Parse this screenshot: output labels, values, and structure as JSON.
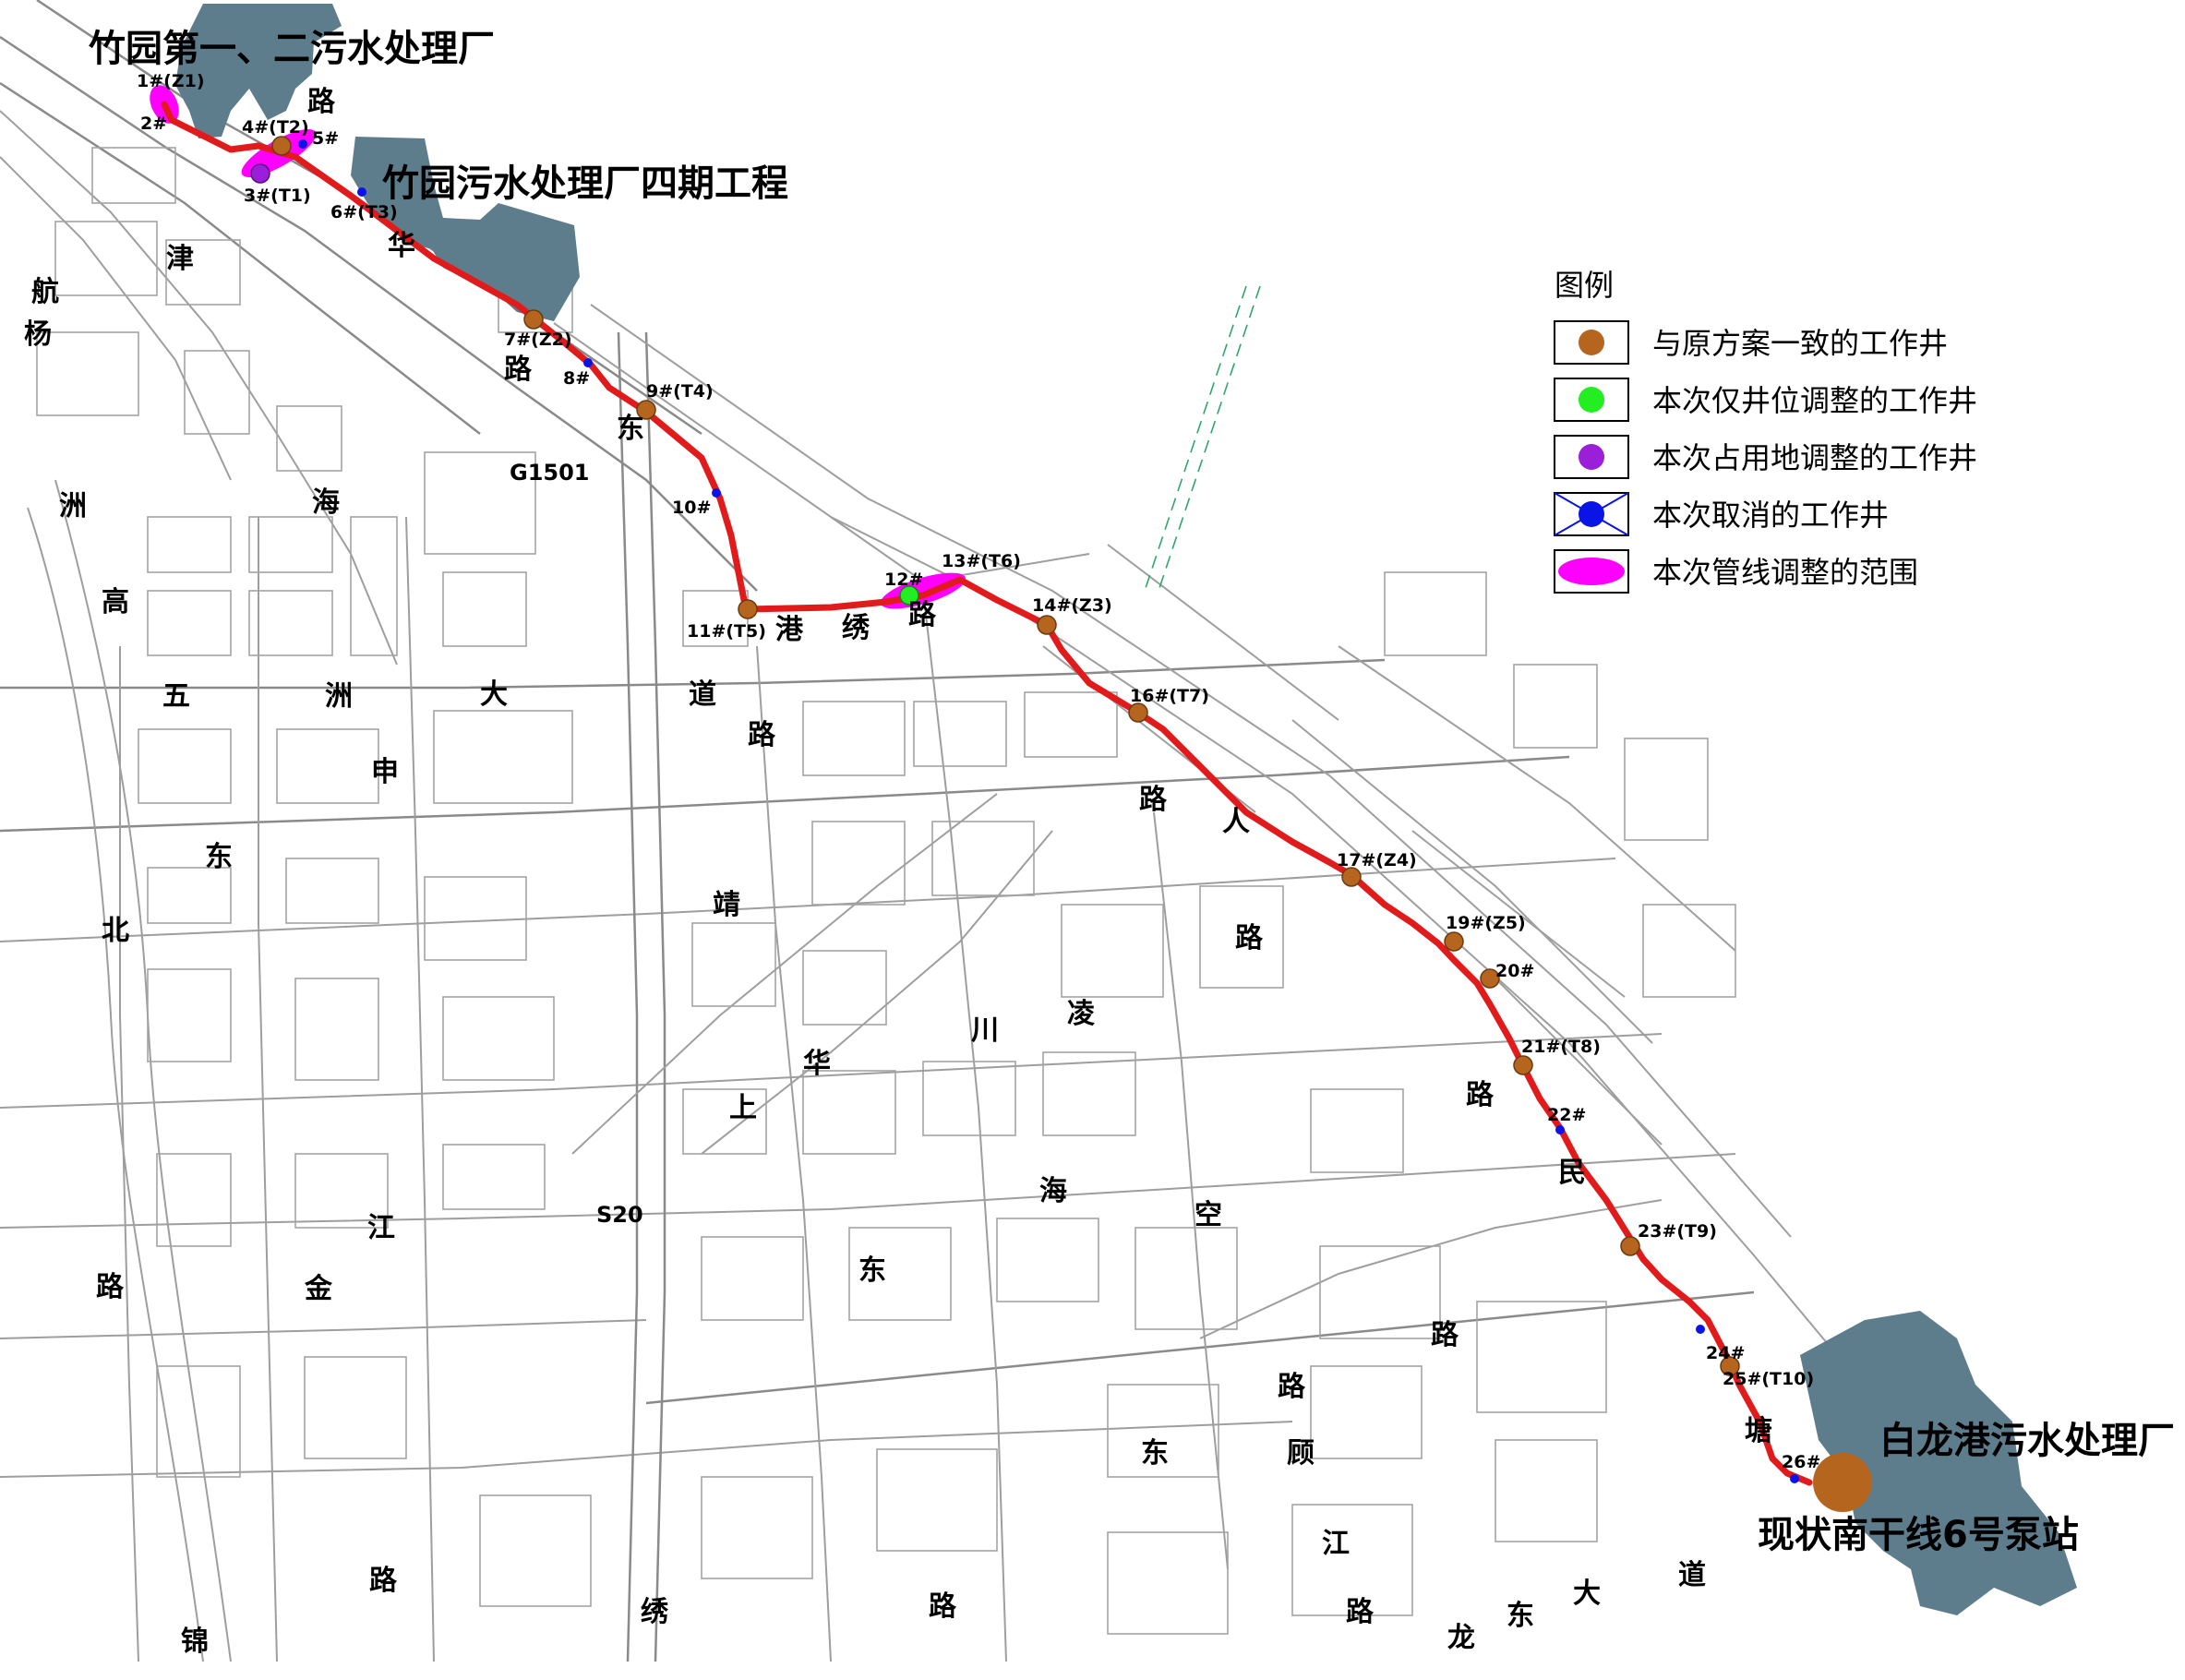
{
  "facilities": {
    "zhuyuan_12": "竹园第一、二污水处理厂",
    "zhuyuan_phase4": "竹园污水处理厂四期工程",
    "bailonggang": "白龙港污水处理厂",
    "pump_station": "现状南干线6号泵站"
  },
  "road_codes": {
    "g1501": "G1501",
    "s20": "S20"
  },
  "road_chars": {
    "c01": "路",
    "c02": "华",
    "c03": "津",
    "c04": "航",
    "c05": "杨",
    "c06": "路",
    "c07": "东",
    "c08": "洲",
    "c09": "海",
    "c10": "高",
    "c11": "五",
    "c12": "洲",
    "c13": "大",
    "c14": "道",
    "c15": "路",
    "c16": "申",
    "c17": "东",
    "c18": "北",
    "c19": "港",
    "c20": "绣",
    "c21": "路",
    "c22": "靖",
    "c23": "路",
    "c24": "人",
    "c25": "路",
    "c26": "川",
    "c27": "凌",
    "c28": "华",
    "c29": "上",
    "c30": "路",
    "c31": "民",
    "c32": "海",
    "c33": "空",
    "c34": "江",
    "c35": "路",
    "c36": "金",
    "c37": "东",
    "c38": "路",
    "c39": "路",
    "c40": "塘",
    "c41": "东",
    "c42": "顾",
    "c43": "江",
    "c44": "路",
    "c45": "锦",
    "c46": "绣",
    "c47": "路",
    "c48": "路",
    "c49": "龙",
    "c50": "东",
    "c51": "大",
    "c52": "道"
  },
  "wells": [
    {
      "label": "1#(Z1)",
      "status": "range"
    },
    {
      "label": "2#",
      "status": "none"
    },
    {
      "label": "3#(T1)",
      "status": "land-adjusted"
    },
    {
      "label": "4#(T2)",
      "status": "unchanged"
    },
    {
      "label": "5#",
      "status": "cancelled"
    },
    {
      "label": "6#(T3)",
      "status": "cancelled"
    },
    {
      "label": "7#(Z2)",
      "status": "unchanged"
    },
    {
      "label": "8#",
      "status": "cancelled"
    },
    {
      "label": "9#(T4)",
      "status": "unchanged"
    },
    {
      "label": "10#",
      "status": "cancelled"
    },
    {
      "label": "11#(T5)",
      "status": "unchanged"
    },
    {
      "label": "12#",
      "status": "position-adjusted"
    },
    {
      "label": "13#(T6)",
      "status": "range"
    },
    {
      "label": "14#(Z3)",
      "status": "unchanged"
    },
    {
      "label": "16#(T7)",
      "status": "unchanged"
    },
    {
      "label": "17#(Z4)",
      "status": "unchanged"
    },
    {
      "label": "19#(Z5)",
      "status": "unchanged"
    },
    {
      "label": "20#",
      "status": "unchanged"
    },
    {
      "label": "21#(T8)",
      "status": "unchanged"
    },
    {
      "label": "22#",
      "status": "cancelled"
    },
    {
      "label": "23#(T9)",
      "status": "unchanged"
    },
    {
      "label": "24#",
      "status": "cancelled"
    },
    {
      "label": "25#(T10)",
      "status": "unchanged"
    },
    {
      "label": "26#",
      "status": "cancelled"
    }
  ],
  "legend": {
    "title": "图例",
    "items": [
      {
        "key": "unchanged",
        "label": "与原方案一致的工作井",
        "color": "#b5651d"
      },
      {
        "key": "position",
        "label": "本次仅井位调整的工作井",
        "color": "#22ee22"
      },
      {
        "key": "land",
        "label": "本次占用地调整的工作井",
        "color": "#9b1fd8"
      },
      {
        "key": "cancelled",
        "label": "本次取消的工作井",
        "color": "#0a14e6"
      },
      {
        "key": "range",
        "label": "本次管线调整的范围",
        "color": "#ff00ff"
      }
    ]
  },
  "colors": {
    "pipe": "#e11b1b",
    "plant": "#5e7d8c",
    "street": "#9e9e9e",
    "unchanged": "#b5651d",
    "position": "#22ee22",
    "land": "#9b1fd8",
    "cancelled": "#0a14e6",
    "range": "#ff00ff"
  }
}
